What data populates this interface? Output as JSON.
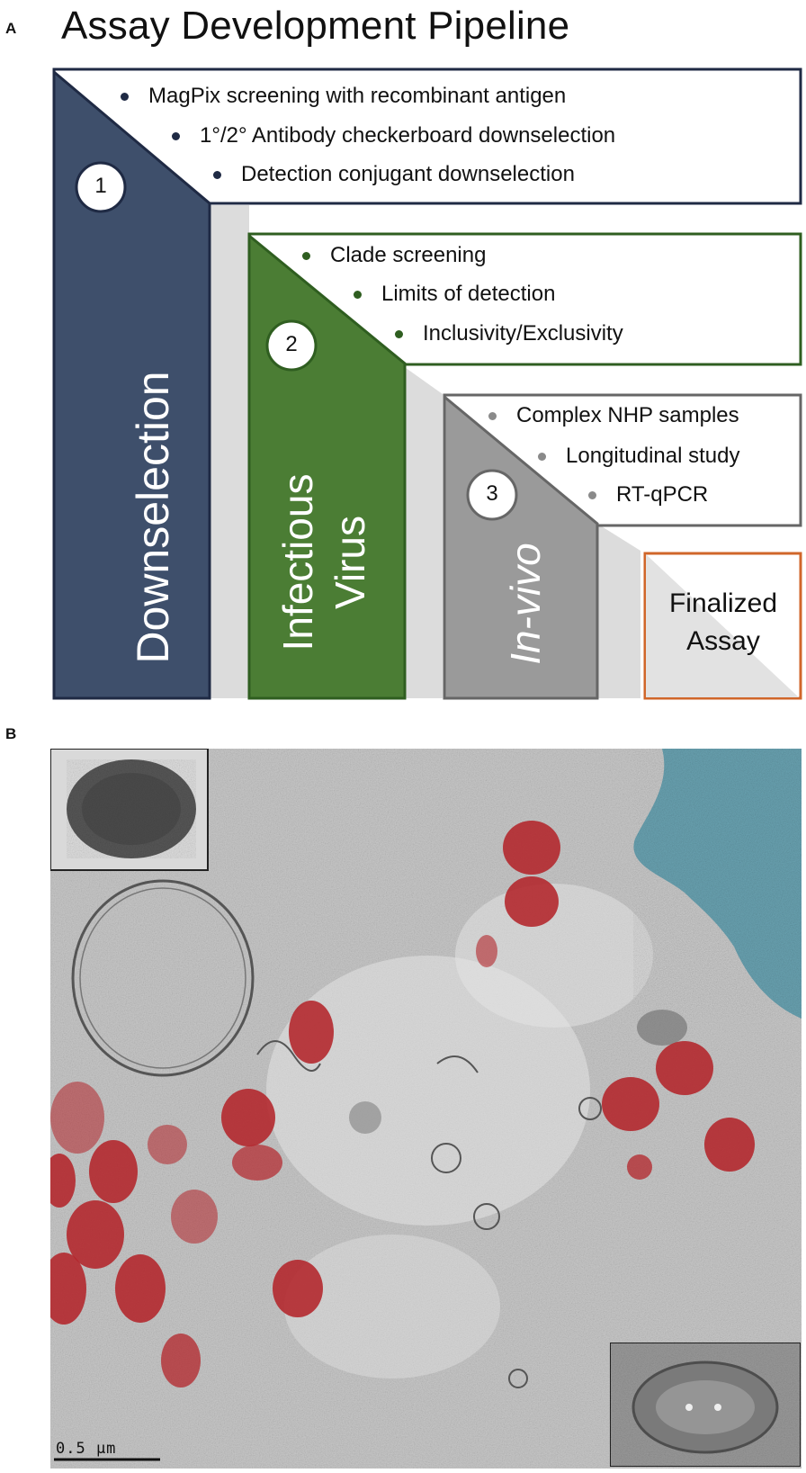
{
  "panelA": {
    "letter": "A",
    "title": "Assay Development Pipeline",
    "stages": [
      {
        "number": "1",
        "label": "Downselection",
        "color": "#3e4f6b",
        "bullets": [
          "MagPix screening with recombinant antigen",
          "1°/2° Antibody checkerboard downselection",
          "Detection conjugant downselection"
        ]
      },
      {
        "number": "2",
        "label_line1": "Infectious",
        "label_line2": "Virus",
        "color": "#4b7d34",
        "bullets": [
          "Clade screening",
          "Limits of detection",
          "Inclusivity/Exclusivity"
        ]
      },
      {
        "number": "3",
        "label": "In-vivo",
        "color": "#9a9a9a",
        "bullets": [
          "Complex NHP samples",
          "Longitudinal study",
          "RT-qPCR"
        ]
      },
      {
        "label_line1": "Finalized",
        "label_line2": "Assay",
        "color": "#d0662a"
      }
    ]
  },
  "panelB": {
    "letter": "B",
    "scale_bar": "0.5 µm",
    "colors": {
      "virion": "#b3242a",
      "nucleus": "#6aa3b2",
      "cytoplasm": "#c8c8c8"
    }
  }
}
